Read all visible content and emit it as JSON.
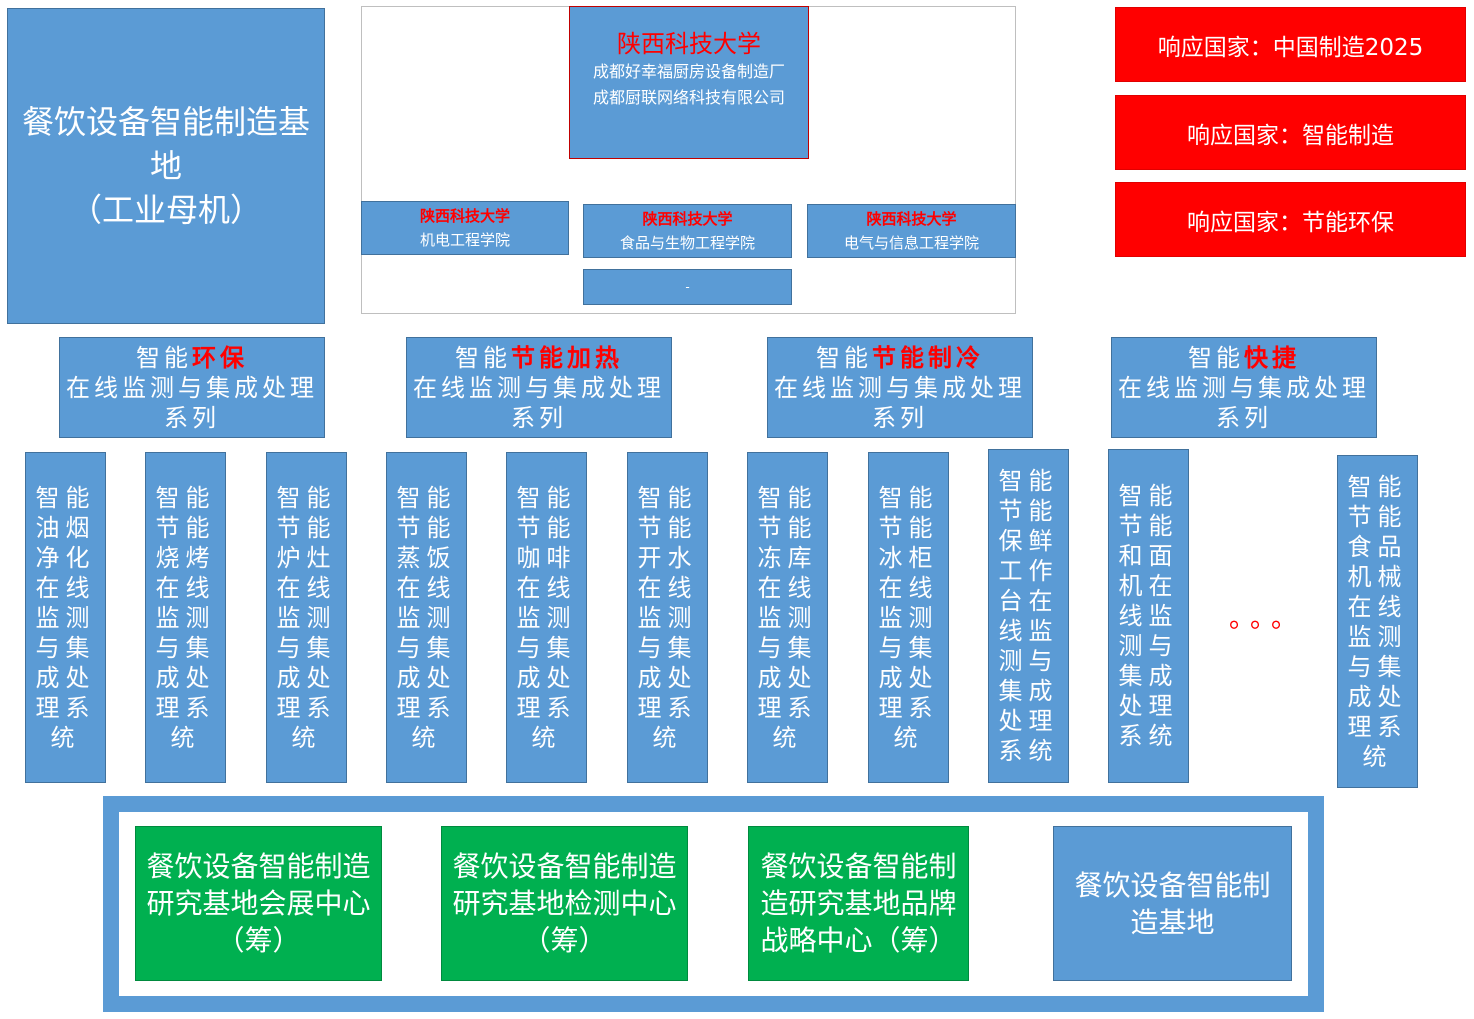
{
  "main_title": {
    "line1": "餐饮设备智能制造基地",
    "line2": "（工业母机）"
  },
  "university": {
    "name": "陕西科技大学",
    "partners": [
      "成都好幸福厨房设备制造厂",
      "成都厨联网络科技有限公司"
    ],
    "colleges": [
      {
        "university": "陕西科技大学",
        "name": "机电工程学院"
      },
      {
        "university": "陕西科技大学",
        "name": "食品与生物工程学院"
      },
      {
        "university": "陕西科技大学",
        "name": "电气与信息工程学院"
      }
    ],
    "extra_box": "-"
  },
  "responses": [
    "响应国家：中国制造2025",
    "响应国家：智能制造",
    "响应国家：节能环保"
  ],
  "series": [
    {
      "prefix": "智能",
      "highlight": "环保",
      "rest": "在线监测与集成处理系列"
    },
    {
      "prefix": "智能",
      "highlight": "节能加热",
      "rest": "在线监测与集成处理系列"
    },
    {
      "prefix": "智能",
      "highlight": "节能制冷",
      "rest": "在线监测与集成处理系列"
    },
    {
      "prefix": "智能",
      "highlight": "快捷",
      "rest": "在线监测与集成处理系列"
    }
  ],
  "systems": [
    "智能油烟净化在线监测与集成处理系统",
    "智能节能烧烤在线监测与集成处理系统",
    "智能节能炉灶在线监测与集成处理系统",
    "智能节能蒸饭在线监测与集成处理系统",
    "智能节能咖啡在线监测与集成处理系统",
    "智能节能开水在线监测与集成处理系统",
    "智能节能冻库在线监测与集成处理系统",
    "智能节能冰柜在线监测与集成处理系统",
    "智能节能保鲜工作台在线监测与集成处理系统",
    "智能节能和面机在线监测与集成处理系统",
    "智能节能食品机械在线监测与集成处理系统"
  ],
  "ellipsis": "。。。",
  "bases": [
    "餐饮设备智能制造研究基地会展中心（筹）",
    "餐饮设备智能制造研究基地检测中心（筹）",
    "餐饮设备智能制造研究基地品牌战略中心（筹）",
    "餐饮设备智能制造基地"
  ],
  "colors": {
    "blue": "#5b9bd5",
    "red": "#ff0000",
    "green": "#00b050"
  }
}
